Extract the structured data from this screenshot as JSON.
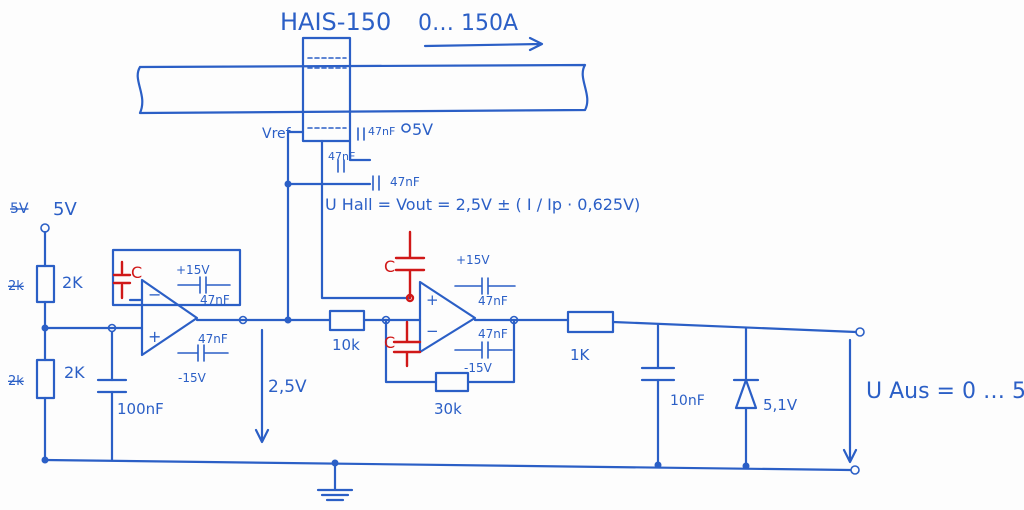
{
  "title": "HAIS-150",
  "range_top": "0… 150A",
  "vref": "Vref",
  "supply_top": "5V",
  "supply_left": "5V",
  "supply_left_struck": "5V",
  "r_top": "2K",
  "r_bottom": "2K",
  "r_struck_top": "2k",
  "r_struck_bottom": "2k",
  "c_100n": "100nF",
  "op1": {
    "plus15": "+15V",
    "minus15": "-15V",
    "c_top": "47nF",
    "c_bot": "47nF",
    "minus": "−",
    "plus": "+"
  },
  "op2": {
    "plus15": "+15V",
    "minus15": "-15V",
    "c_top": "47nF",
    "c_bot": "47nF",
    "minus": "−",
    "plus": "+"
  },
  "sensor_caps": {
    "c1": "47nF",
    "c2": "47nF",
    "c3": "47nF"
  },
  "hall_eq": "U Hall = Vout = 2,5V ± ( I / Ip · 0,625V)",
  "v25": "2,5V",
  "r_10k": "10k",
  "r_30k": "30k",
  "r_1k": "1K",
  "c_10n": "10nF",
  "zener": "5,1V",
  "uaus": "U Aus = 0 … 5",
  "red_c_labels": [
    "C",
    "C",
    "C"
  ]
}
